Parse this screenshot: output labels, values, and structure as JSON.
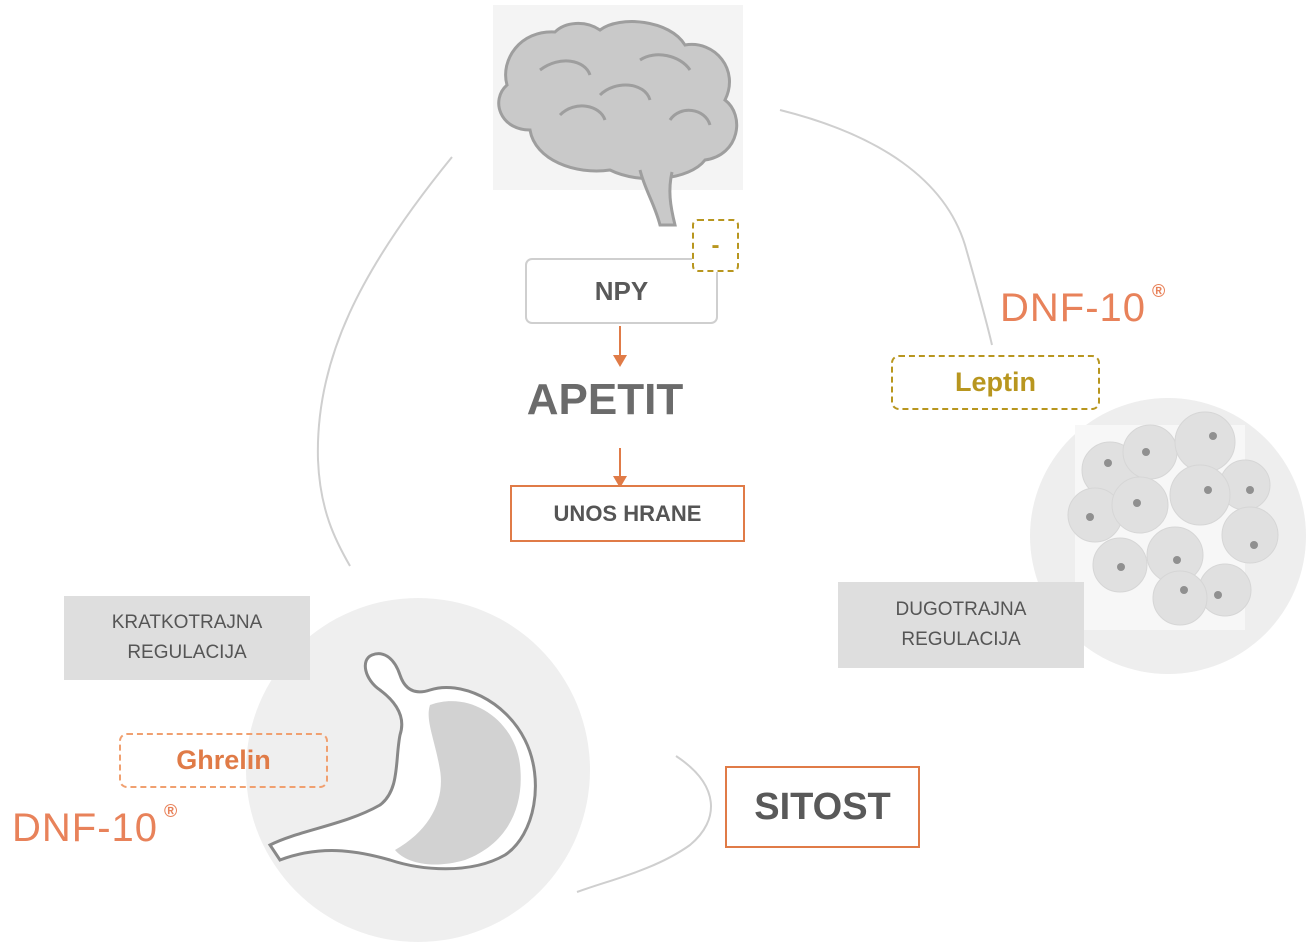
{
  "diagram": {
    "npy": "NPY",
    "minus": "-",
    "apetit": "APETIT",
    "unos_hrane": "UNOS HRANE",
    "leptin": "Leptin",
    "ghrelin": "Ghrelin",
    "sitost": "SITOST",
    "kratkotrajna": "KRATKOTRAJNA\nREGULACIJA",
    "kratkotrajna_line1": "KRATKOTRAJNA",
    "kratkotrajna_line2": "REGULACIJA",
    "dugotrajna_line1": "DUGOTRAJNA",
    "dugotrajna_line2": "REGULACIJA",
    "logo_text": "DNF-10",
    "logo_mark": "®"
  },
  "icons": [
    "brain-icon",
    "fat-cells-icon",
    "stomach-icon"
  ],
  "colors": {
    "accent_orange": "#e07b47",
    "gold": "#b8961f",
    "grey_box": "#dedede",
    "text_dark": "#595959",
    "circle_bg": "#eeeeee"
  }
}
